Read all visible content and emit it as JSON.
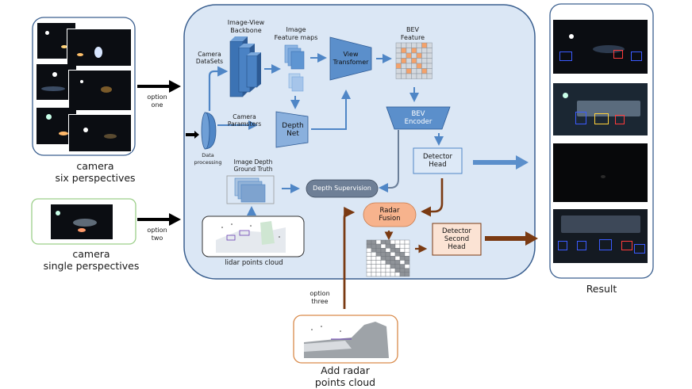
{
  "inputs": {
    "six_caption": "camera\nsix perspectives",
    "single_caption": "camera\nsingle perspectives",
    "radar_caption": "Add radar\npoints cloud",
    "option_one": "option\none",
    "option_two": "option\ntwo",
    "option_three": "option\nthree"
  },
  "pipeline": {
    "data_processing": "Data\nprocessing",
    "camera_datasets": "Camera\nDataSets",
    "backbone": "Image-View\nBackbone",
    "feature_maps": "Image\nFeature maps",
    "camera_params": "Camera\nParamsters",
    "depth_net": "Depth\nNet",
    "view_transformer": "View\nTransfomer",
    "bev_feature": "BEV\nFeature",
    "bev_encoder": "BEV\nEncoder",
    "detector_head": "Detector\nHead",
    "depth_gt": "Image Depth\nGround Truth",
    "depth_supervision": "Depth Supervision",
    "lidar_caption": "lidar points cloud",
    "radar_fusion": "Radar\nFusion",
    "detector_second_head": "Detector\nSecond\nHead"
  },
  "result": {
    "caption": "Result"
  },
  "colors": {
    "panel_fill": "#dbe7f5",
    "panel_stroke": "#3a5f8f",
    "block_blue": "#4f86c6",
    "light_blue_box": "#dde9f7",
    "radar_orange": "#f7b38d",
    "second_head_fill": "#fbe3d4",
    "brown_arrow": "#7a3a12",
    "green_frame": "#9ccf8a",
    "orange_frame": "#d98a4a"
  }
}
